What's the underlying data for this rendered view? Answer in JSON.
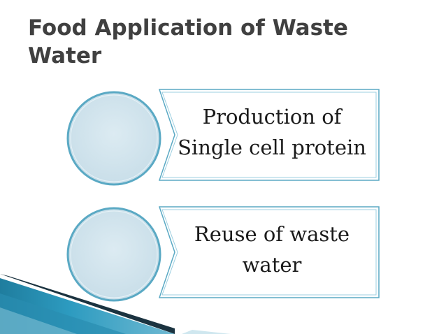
{
  "title": "Food Application of Waste Water",
  "items": [
    {
      "line1": "Production of",
      "line2": "Single cell protein"
    },
    {
      "line1": "Reuse of waste",
      "line2": "water"
    }
  ],
  "colors": {
    "title": "#404040",
    "box_border": "#5aa9c4",
    "circle_fill": "#d3e6ef",
    "circle_border": "#5aa9c4",
    "wedge_dark": "#1b3340",
    "wedge_mid": "#2d8fb0",
    "wedge_light": "#8fc9db"
  },
  "icons": [
    "corner-wedge-decoration"
  ]
}
